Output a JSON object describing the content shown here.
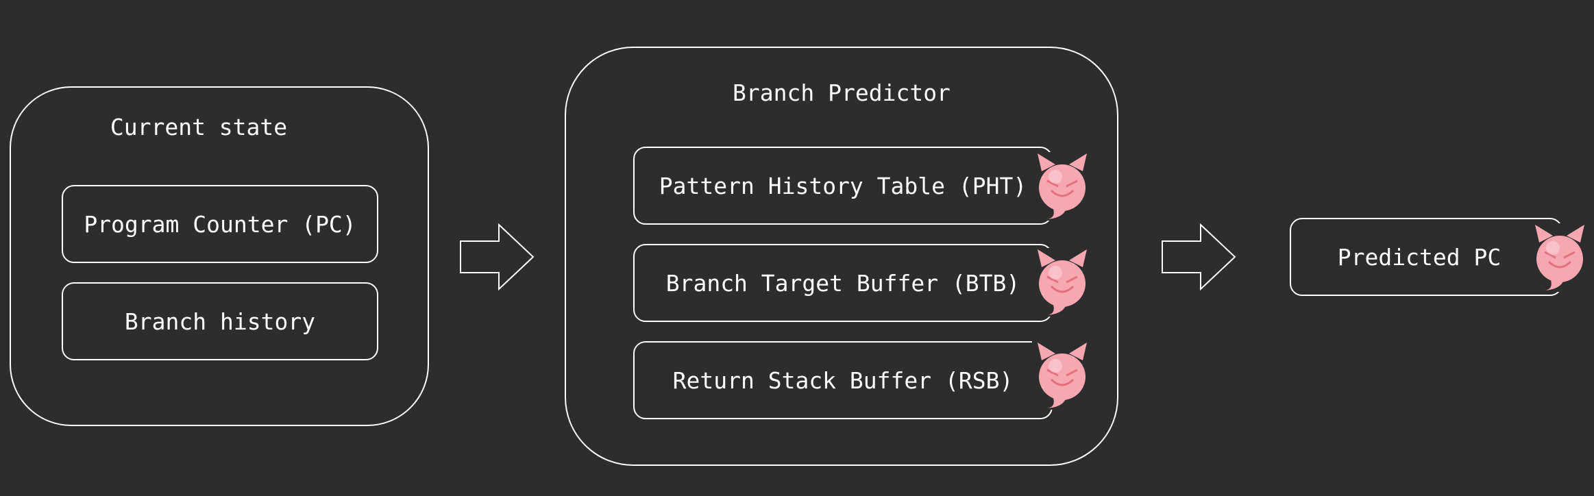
{
  "current_state": {
    "title": "Current state",
    "items": [
      "Program Counter (PC)",
      "Branch history"
    ]
  },
  "branch_predictor": {
    "title": "Branch Predictor",
    "items": [
      "Pattern History Table (PHT)",
      "Branch Target Buffer (BTB)",
      "Return Stack Buffer (RSB)"
    ]
  },
  "output": {
    "label": "Predicted PC"
  },
  "icons": {
    "arrow": "right-arrow-outline",
    "attack": "devil-icon"
  },
  "colors": {
    "background": "#2d2d2d",
    "stroke": "#ffffff",
    "devil": "#f6a7b0"
  }
}
